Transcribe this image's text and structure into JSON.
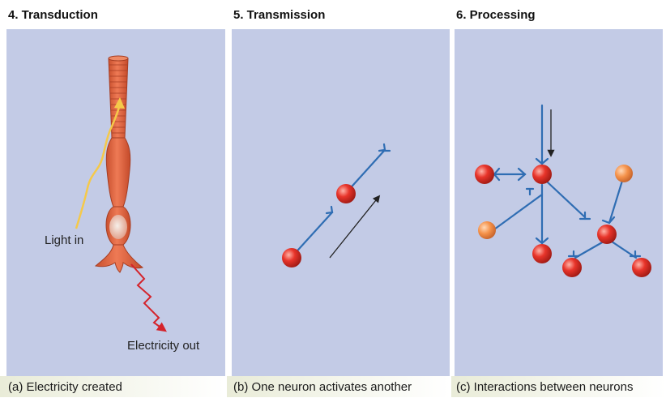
{
  "panels": [
    {
      "title": "4. Transduction",
      "caption": "(a) Electricity created",
      "labels": {
        "light_in": "Light in",
        "electricity_out": "Electricity out"
      }
    },
    {
      "title": "5. Transmission",
      "caption": "(b) One neuron activates another"
    },
    {
      "title": "6. Processing",
      "caption": "(c) Interactions between neurons"
    }
  ],
  "colors": {
    "panel_bg": "#c3cbe6",
    "neuron_red": "#e8342a",
    "neuron_orange": "#f5924a",
    "axon_blue": "#2f6db3",
    "light_yellow": "#f5c94a",
    "electric_red": "#d4232b",
    "receptor_orange": "#e05a32"
  }
}
